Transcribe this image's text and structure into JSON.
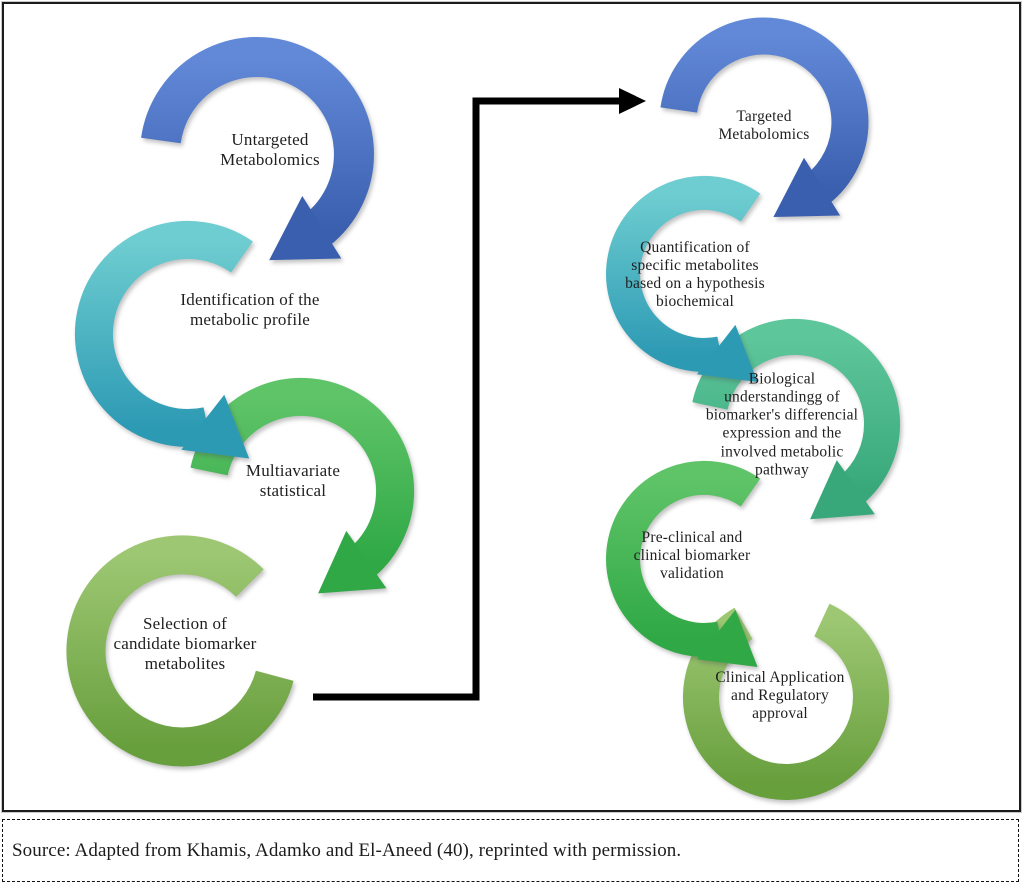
{
  "palette": {
    "blue": {
      "light": "#6289d8",
      "dark": "#3a5fae"
    },
    "teal": {
      "light": "#6ecdd0",
      "dark": "#2d9ab4"
    },
    "green": {
      "light": "#5fc468",
      "dark": "#2fa845"
    },
    "seagreen": {
      "light": "#5ec69b",
      "dark": "#38a87a"
    },
    "olive": {
      "light": "#9dc773",
      "dark": "#689f3d"
    },
    "connector": "#000000"
  },
  "left_column": [
    {
      "label": "Untargeted\nMetabolomics",
      "color": "blue"
    },
    {
      "label": "Identification of the\nmetabolic profile",
      "color": "teal"
    },
    {
      "label": "Multiavariate\nstatistical",
      "color": "green"
    },
    {
      "label": "Selection of\ncandidate biomarker\nmetabolites",
      "color": "olive"
    }
  ],
  "right_column": [
    {
      "label": "Targeted\nMetabolomics",
      "color": "blue"
    },
    {
      "label": "Quantification of\nspecific metabolites\nbased on a hypothesis\nbiochemical",
      "color": "teal"
    },
    {
      "label": "Biological\nunderstandingg of\nbiomarker's differencial\nexpression and the\ninvolved metabolic\npathway",
      "color": "seagreen"
    },
    {
      "label": "Pre-clinical and\nclinical biomarker\nvalidation",
      "color": "green"
    },
    {
      "label": "Clinical Application\nand Regulatory\napproval",
      "color": "olive"
    }
  ],
  "source_note": "Source: Adapted from Khamis, Adamko and El-Aneed (40), reprinted with permission."
}
